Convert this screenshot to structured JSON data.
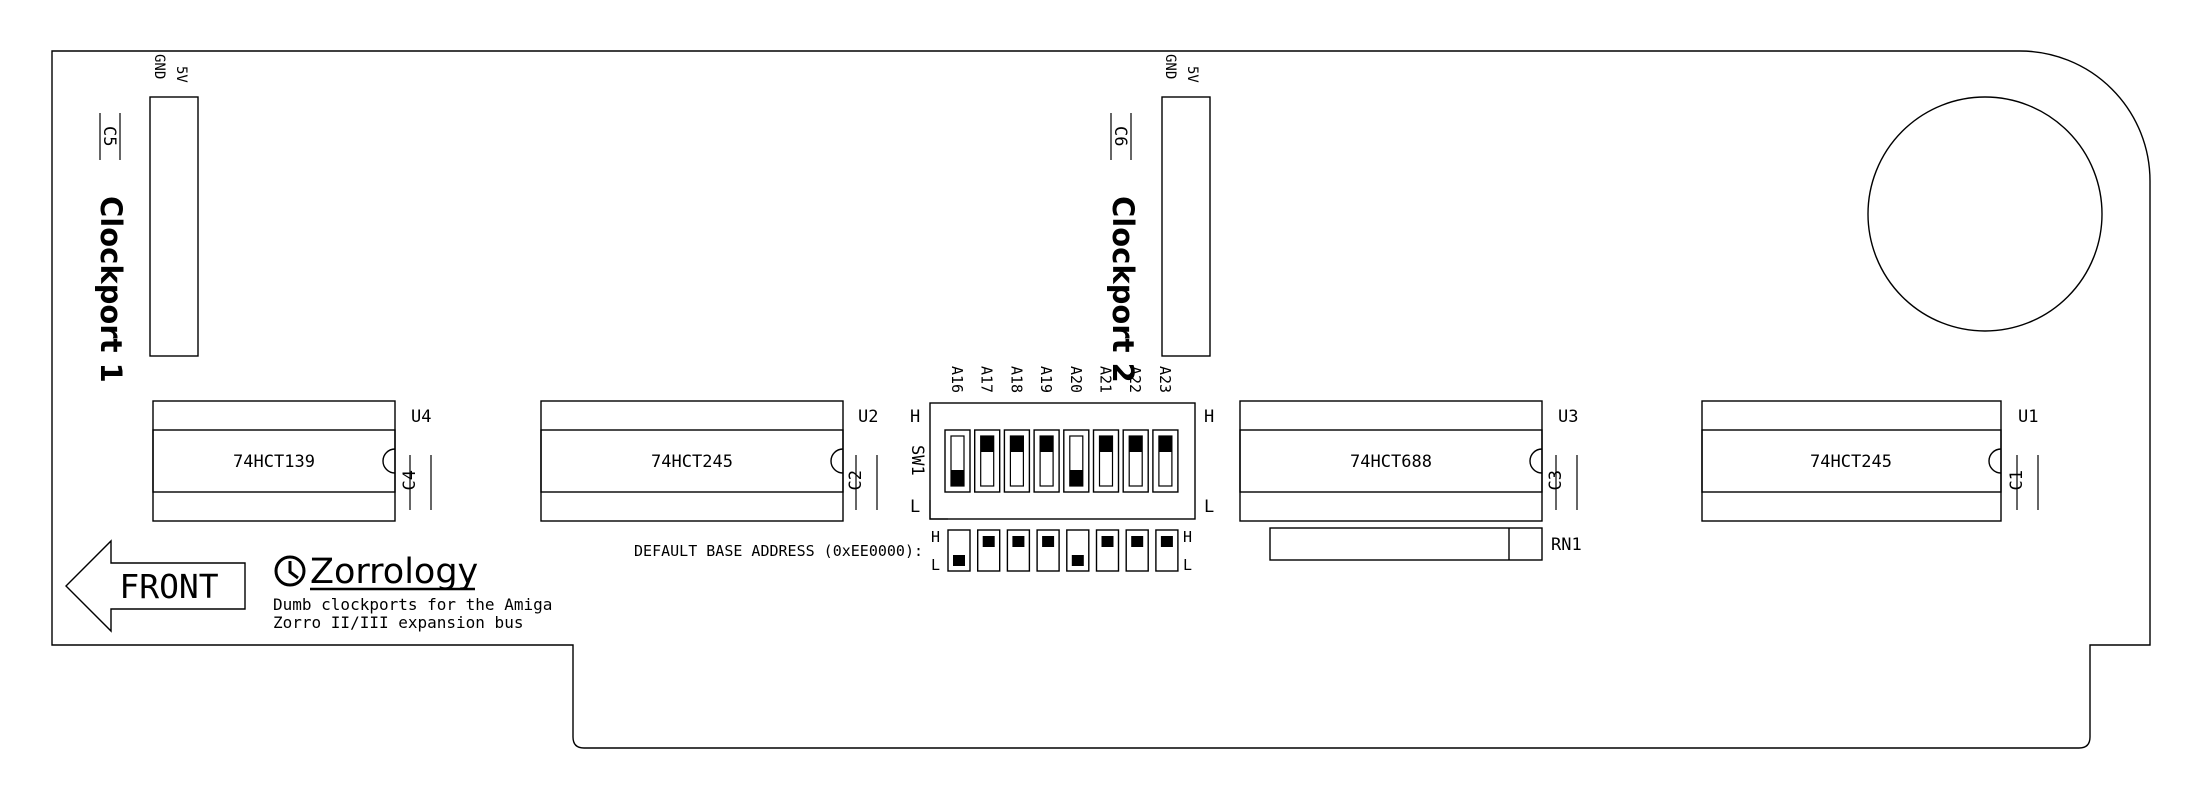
{
  "board": {
    "connectors": [
      {
        "ref": "C5",
        "title": "Clockport 1",
        "pin_labels": [
          "GND",
          "5V"
        ]
      },
      {
        "ref": "C6",
        "title": "Clockport 2",
        "pin_labels": [
          "GND",
          "5V"
        ]
      }
    ],
    "chips": [
      {
        "ref": "U4",
        "part": "74HCT139",
        "cap": "C4"
      },
      {
        "ref": "U2",
        "part": "74HCT245",
        "cap": "C2"
      },
      {
        "ref": "U3",
        "part": "74HCT688",
        "cap": "C3"
      },
      {
        "ref": "U1",
        "part": "74HCT245",
        "cap": "C1"
      }
    ],
    "dip_switch": {
      "ref": "SW1",
      "address_labels": [
        "A16",
        "A17",
        "A18",
        "A19",
        "A20",
        "A21",
        "A22",
        "A23"
      ],
      "high_label": "H",
      "low_label": "L",
      "default_caption": "DEFAULT BASE ADDRESS (0xEE0000):",
      "default_states": [
        "L",
        "H",
        "H",
        "H",
        "L",
        "H",
        "H",
        "H"
      ]
    },
    "resistor_network": {
      "ref": "RN1"
    },
    "front_label": "FRONT",
    "logo": {
      "name": "Zorrology",
      "tagline_1": "Dumb clockports for the Amiga",
      "tagline_2": "Zorro II/III expansion bus"
    }
  }
}
